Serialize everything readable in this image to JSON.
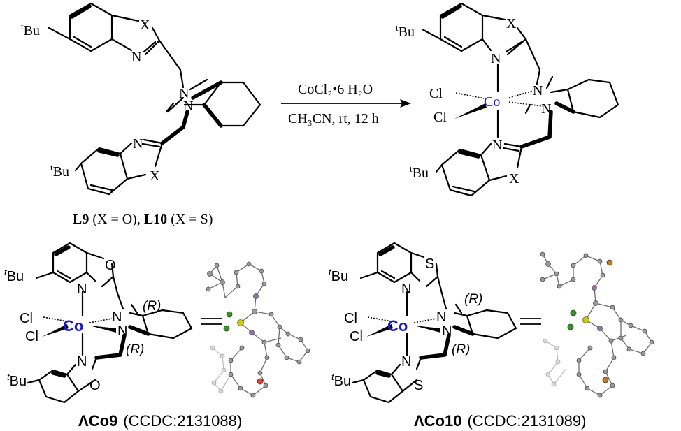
{
  "scheme": {
    "reagent_top": "CoCl₂•6 H₂O",
    "reagent_bottom": "CH₃CN, rt, 12 h",
    "ligand_caption": {
      "l9": "L9",
      "l9_def": " (X = O), ",
      "l10": "L10",
      "l10_def": " (X = S)"
    }
  },
  "atoms": {
    "x": "X",
    "n": "N",
    "o": "O",
    "s": "S",
    "cl": "Cl",
    "co": "Co",
    "tbu_sup": "t",
    "tbu_main": "Bu",
    "r_label": "(R)",
    "r_italic": "R"
  },
  "complexes": [
    {
      "lambda": "Λ",
      "name": "Co9",
      "ccdc": "(CCDC:2131088)"
    },
    {
      "lambda": "Λ",
      "name": "Co10",
      "ccdc": "(CCDC:2131089)"
    }
  ],
  "colors": {
    "cobalt": "#1a1adb",
    "oxygen_atom": "#e0452e",
    "sulfur_atom": "#b87a2e",
    "chlorine_atom": "#3f8f2f",
    "cobalt_atom": "#c8c81e",
    "nitrogen_atom": "#9a6fb0"
  }
}
